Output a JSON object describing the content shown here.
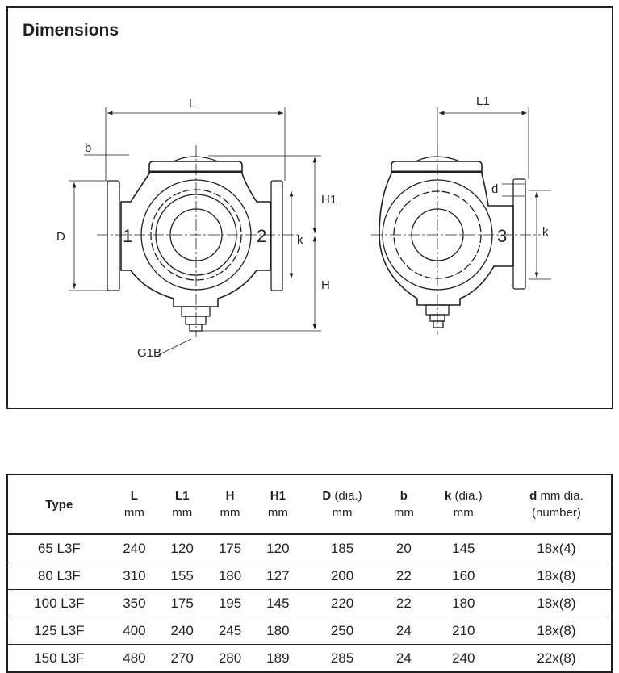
{
  "title": "Dimensions",
  "drawing": {
    "labels": {
      "L": "L",
      "L1": "L1",
      "b": "b",
      "D": "D",
      "H1": "H1",
      "H": "H",
      "k": "k",
      "d": "d",
      "G1B": "G1B",
      "port1": "1",
      "port2": "2",
      "port3": "3"
    }
  },
  "table": {
    "headers": [
      {
        "main": "Type",
        "unit": ""
      },
      {
        "main": "L",
        "unit": "mm"
      },
      {
        "main": "L1",
        "unit": "mm"
      },
      {
        "main": "H",
        "unit": "mm"
      },
      {
        "main": "H1",
        "unit": "mm"
      },
      {
        "main": "D",
        "extra": " (dia.)",
        "unit": "mm"
      },
      {
        "main": "b",
        "unit": "mm"
      },
      {
        "main": "k",
        "extra": " (dia.)",
        "unit": "mm"
      },
      {
        "main": "d",
        "extra": " mm dia.",
        "unit": "(number)"
      }
    ],
    "rows": [
      [
        "65 L3F",
        "240",
        "120",
        "175",
        "120",
        "185",
        "20",
        "145",
        "18x(4)"
      ],
      [
        "80 L3F",
        "310",
        "155",
        "180",
        "127",
        "200",
        "22",
        "160",
        "18x(8)"
      ],
      [
        "100 L3F",
        "350",
        "175",
        "195",
        "145",
        "220",
        "22",
        "180",
        "18x(8)"
      ],
      [
        "125 L3F",
        "400",
        "240",
        "245",
        "180",
        "250",
        "24",
        "210",
        "18x(8)"
      ],
      [
        "150 L3F",
        "480",
        "270",
        "280",
        "189",
        "285",
        "24",
        "240",
        "22x(8)"
      ]
    ]
  }
}
